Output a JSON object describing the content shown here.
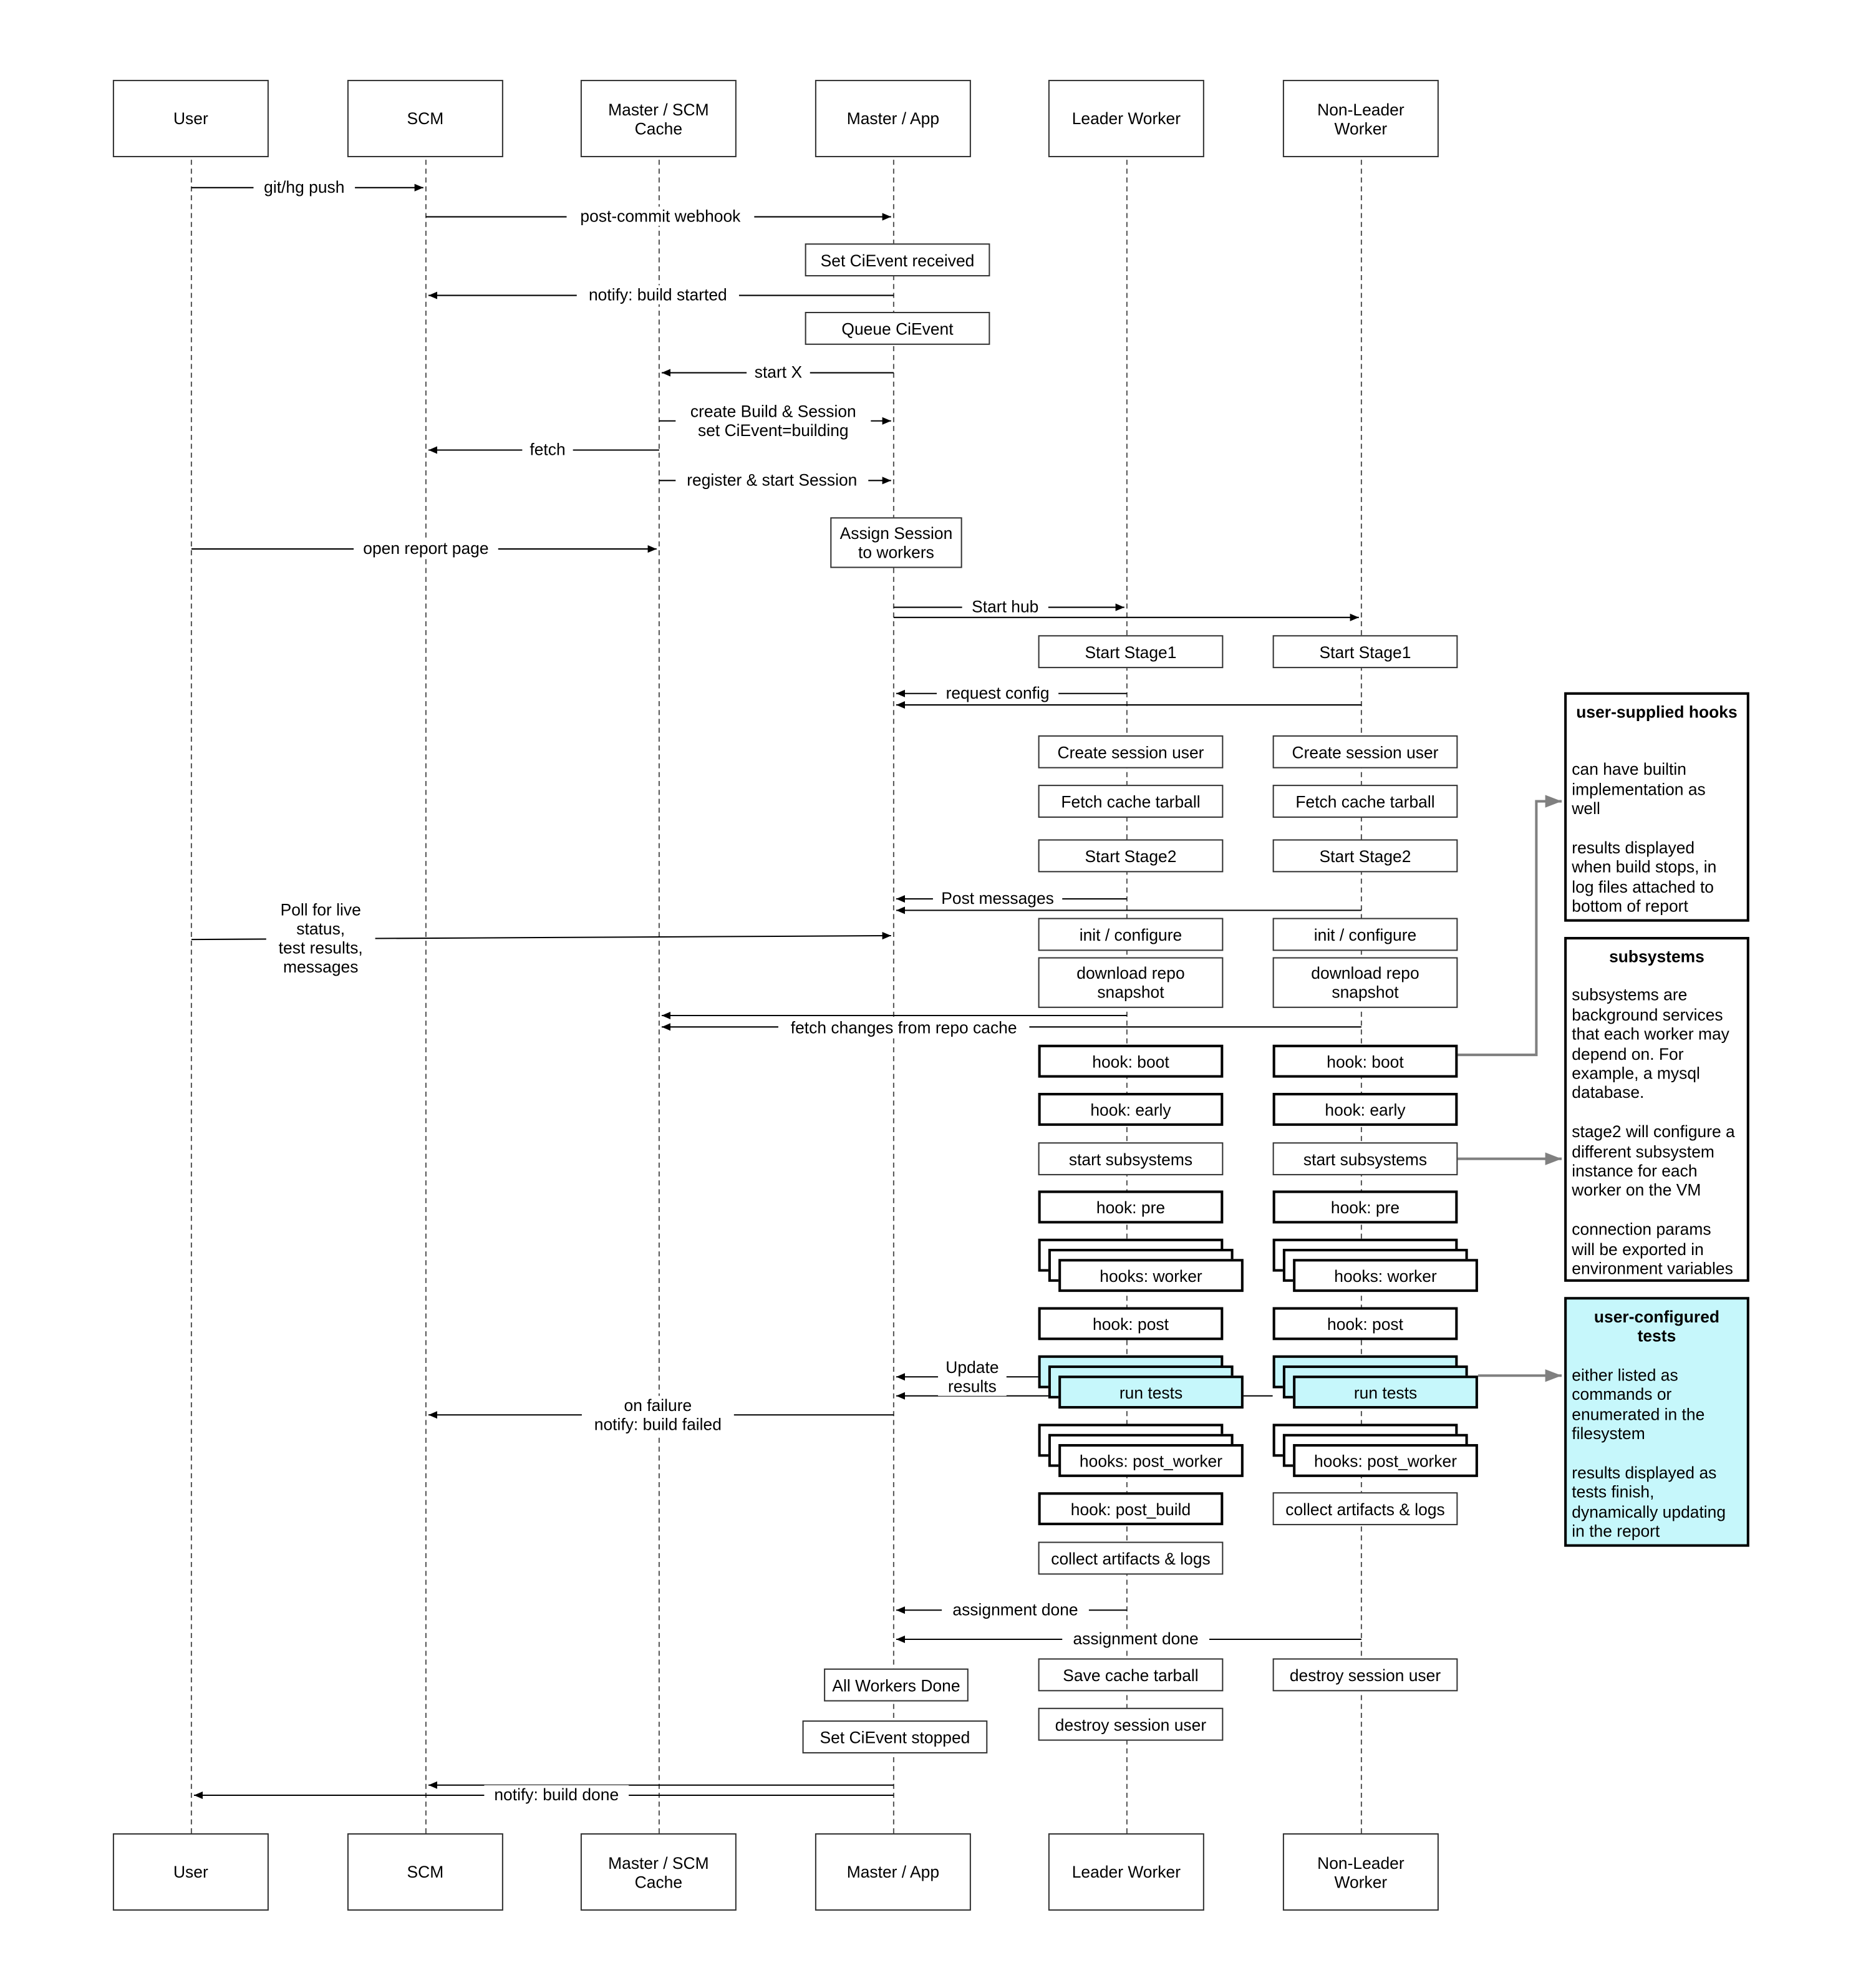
{
  "participants": [
    "User",
    "SCM",
    "Master / SCM\nCache",
    "Master / App",
    "Leader Worker",
    "Non-Leader\nWorker"
  ],
  "messages": {
    "push": "git/hg push",
    "webhook": "post-commit webhook",
    "notify_started": "notify: build started",
    "start_x": "start X",
    "create_build": "create Build & Session\nset CiEvent=building",
    "fetch": "fetch",
    "register": "register & start Session",
    "open_report": "open report page",
    "start_hub": "Start hub",
    "request_config": "request config",
    "post_messages": "Post messages",
    "poll": "Poll for live\nstatus,\ntest results,\nmessages",
    "fetch_changes": "fetch changes from repo cache",
    "update_results": "Update\nresults",
    "on_failure": "on failure\nnotify: build failed",
    "assignment_done": "assignment done",
    "notify_done": "notify: build done"
  },
  "app_notes": {
    "set_received": "Set CiEvent received",
    "queue": "Queue CiEvent",
    "assign": "Assign Session\nto workers",
    "all_done": "All Workers Done",
    "set_stopped": "Set CiEvent stopped"
  },
  "worker_steps": {
    "stage1": "Start Stage1",
    "create_user": "Create session user",
    "fetch_tarball": "Fetch cache tarball",
    "stage2": "Start Stage2",
    "init": "init / configure",
    "download": "download repo\nsnapshot",
    "hook_boot": "hook: boot",
    "hook_early": "hook: early",
    "start_subsystems": "start subsystems",
    "hook_pre": "hook: pre",
    "hooks_worker": "hooks: worker",
    "hook_post": "hook: post",
    "run_tests": "run tests",
    "hooks_post_worker": "hooks: post_worker",
    "hook_post_build": "hook: post_build",
    "collect": "collect artifacts & logs",
    "save_tarball": "Save cache tarball",
    "destroy_user": "destroy session user"
  },
  "side_notes": {
    "hooks": {
      "title": "user-supplied hooks",
      "body": "can have builtin\nimplementation as\nwell\n\nresults displayed\nwhen build stops, in\nlog files attached to\nbottom of report"
    },
    "subsystems": {
      "title": "subsystems",
      "body": "subsystems are\nbackground services\nthat each worker may\ndepend on.  For\nexample, a mysql\ndatabase.\n\nstage2 will configure a\ndifferent subsystem\ninstance for each\nworker on the VM\n\nconnection params\nwill be exported in\nenvironment variables"
    },
    "tests": {
      "title": "user-configured\ntests",
      "body": "either listed as\ncommands or\nenumerated in the\nfilesystem\n\nresults displayed as\ntests finish,\ndynamically updating\nin the report"
    }
  },
  "colors": {
    "line": "#000000",
    "connector": "#808080",
    "highlight": "#c6f7fb"
  }
}
